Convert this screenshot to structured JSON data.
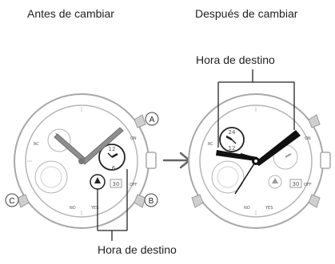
{
  "captions": {
    "before": "Antes de cambiar",
    "after": "Después de cambiar",
    "dest_top": "Hora de destino",
    "dest_bottom": "Hora de destino"
  },
  "buttons": {
    "a": "A",
    "b": "B",
    "c": "C"
  },
  "dial_left": {
    "small_dial": [
      "12",
      "6"
    ],
    "edge_labels": [
      "RC",
      "ON",
      "OFF",
      "NO",
      "YES"
    ],
    "date": "30"
  },
  "dial_right": {
    "small_dial": [
      "24",
      "12"
    ],
    "edge_labels": [
      "RC",
      "ON",
      "OFF",
      "NO",
      "YES"
    ],
    "date": "30"
  }
}
